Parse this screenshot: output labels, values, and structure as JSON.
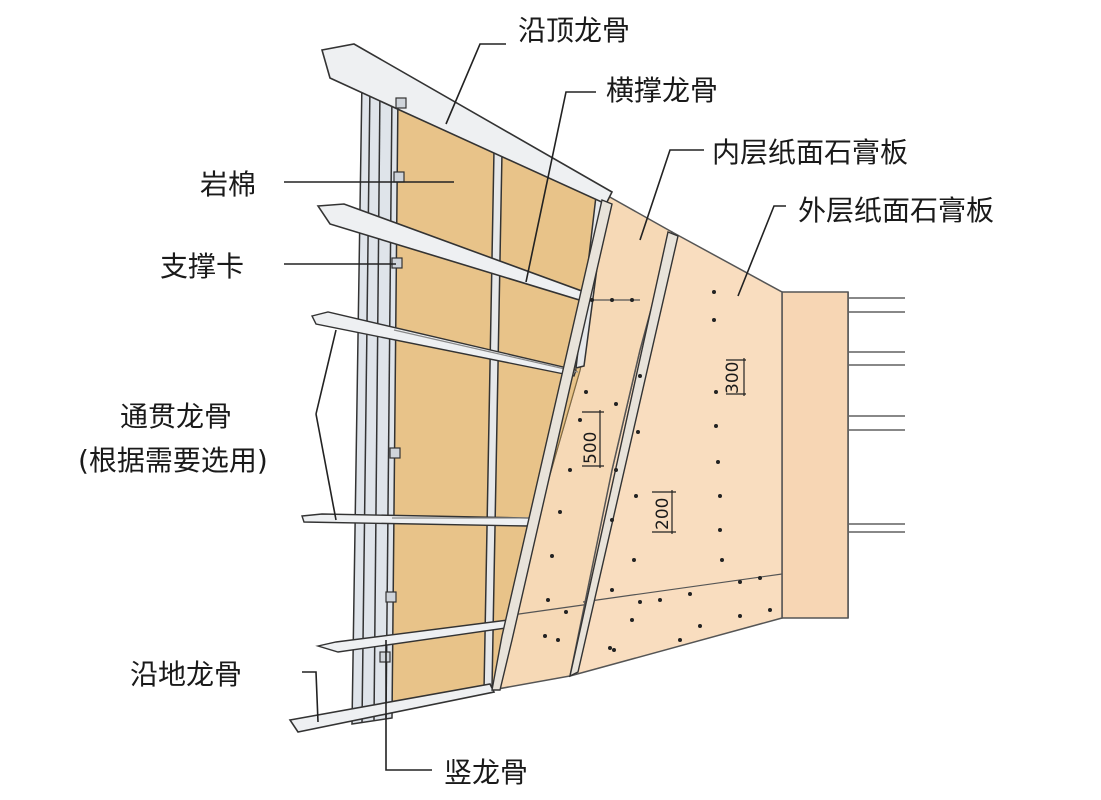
{
  "labels": {
    "top_track": "沿顶龙骨",
    "cross_brace": "横撑龙骨",
    "inner_board": "内层纸面石膏板",
    "outer_board": "外层纸面石膏板",
    "rock_wool": "岩棉",
    "support_clip": "支撑卡",
    "through_stud": "通贯龙骨",
    "through_stud_note": "(根据需要选用)",
    "floor_track": "沿地龙骨",
    "vertical_stud": "竖龙骨"
  },
  "dimensions": {
    "d300": "300",
    "d500": "500",
    "d200": "200"
  },
  "colors": {
    "rock_wool": "#e8c389",
    "inner_board": "#f6d9b6",
    "outer_board": "#f9ddbf",
    "side_board": "#f7d6b4",
    "metal": "#d9dde2",
    "outline": "#333333"
  }
}
